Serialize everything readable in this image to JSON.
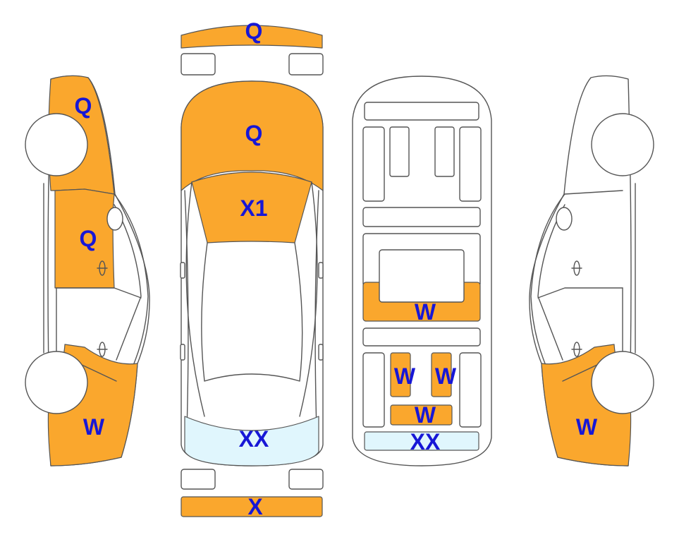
{
  "colors": {
    "damage": "#FAA72D",
    "glass": "#E0F6FD",
    "label": "#1717D6",
    "outline": "#555555"
  },
  "labels": {
    "front_bumper": "Q",
    "hood": "Q",
    "windshield": "X1",
    "rear_window": "XX",
    "rear_bumper": "X",
    "left_front_fender": "Q",
    "left_front_door": "Q",
    "left_rear_quarter": "W",
    "floor_middle": "W",
    "floor_rear_left": "W",
    "floor_rear_right": "W",
    "floor_rear_center": "W",
    "floor_rear_sill": "XX",
    "right_rear_quarter": "W"
  }
}
